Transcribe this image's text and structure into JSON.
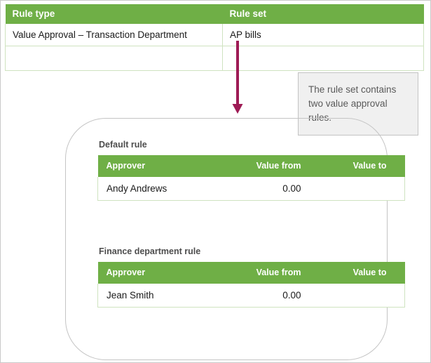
{
  "diagram": {
    "accent_green": "#6FAF46",
    "arrow_color": "#9E1B55",
    "callout_bg": "#f0f0f0",
    "callout_border": "#c3c3c3",
    "container_border": "#c4c4c4"
  },
  "rule_type_table": {
    "columns": [
      "Rule type",
      "Rule set"
    ],
    "rows": [
      {
        "rule_type": "Value Approval – Transaction Department",
        "rule_set": "AP bills"
      },
      {
        "rule_type": "",
        "rule_set": ""
      }
    ]
  },
  "callout": {
    "text": "The rule set contains two value approval rules.",
    "icon": "callout-box"
  },
  "rule_groups": [
    {
      "title": "Default rule",
      "columns": [
        "Approver",
        "Value from",
        "Value to"
      ],
      "rows": [
        {
          "approver": "Andy Andrews",
          "value_from": "0.00",
          "value_to": ""
        }
      ]
    },
    {
      "title": "Finance department rule",
      "columns": [
        "Approver",
        "Value from",
        "Value to"
      ],
      "rows": [
        {
          "approver": "Jean Smith",
          "value_from": "0.00",
          "value_to": ""
        }
      ]
    }
  ]
}
